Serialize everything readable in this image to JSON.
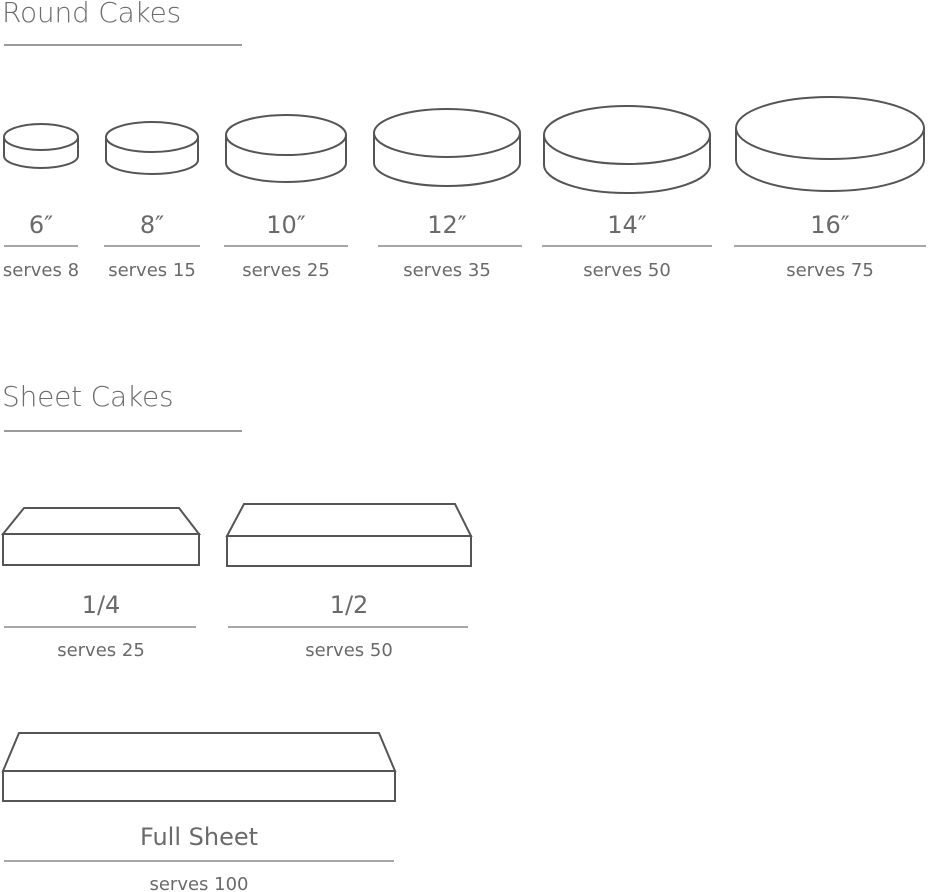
{
  "round_section": {
    "title": "Round Cakes",
    "items": [
      {
        "size": "6″",
        "serves": "serves 8"
      },
      {
        "size": "8″",
        "serves": "serves 15"
      },
      {
        "size": "10″",
        "serves": "serves 25"
      },
      {
        "size": "12″",
        "serves": "serves 35"
      },
      {
        "size": "14″",
        "serves": "serves 50"
      },
      {
        "size": "16″",
        "serves": "serves 75"
      }
    ]
  },
  "sheet_section": {
    "title": "Sheet Cakes",
    "items": [
      {
        "size": "1/4",
        "serves": "serves 25"
      },
      {
        "size": "1/2",
        "serves": "serves 50"
      },
      {
        "size": "Full Sheet",
        "serves": "serves 100"
      }
    ]
  },
  "colors": {
    "stroke": "#555555",
    "text": "#6a6a6a",
    "rule": "#a6a6a6"
  }
}
